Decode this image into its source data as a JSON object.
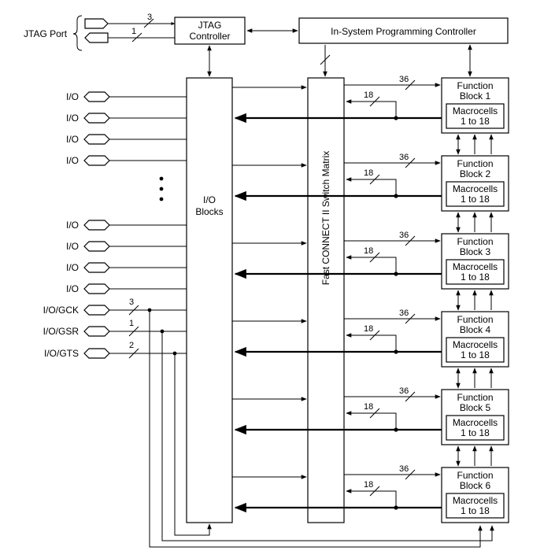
{
  "jtag": {
    "port_label": "JTAG Port",
    "tdi_width": "3",
    "tdo_width": "1",
    "controller_line1": "JTAG",
    "controller_line2": "Controller"
  },
  "isp_controller": "In-System Programming Controller",
  "io_blocks": {
    "line1": "I/O",
    "line2": "Blocks"
  },
  "switch_matrix": "Fast CONNECT II Switch Matrix",
  "io_pins": [
    "I/O",
    "I/O",
    "I/O",
    "I/O",
    "I/O",
    "I/O",
    "I/O",
    "I/O"
  ],
  "global_pins": [
    {
      "label": "I/O/GCK",
      "width": "3"
    },
    {
      "label": "I/O/GSR",
      "width": "1"
    },
    {
      "label": "I/O/GTS",
      "width": "2"
    }
  ],
  "function_blocks": [
    {
      "title": "Function",
      "name": "Block 1",
      "cells": "Macrocells",
      "range": "1 to 18",
      "in_width": "36",
      "fb_width": "18"
    },
    {
      "title": "Function",
      "name": "Block 2",
      "cells": "Macrocells",
      "range": "1 to 18",
      "in_width": "36",
      "fb_width": "18"
    },
    {
      "title": "Function",
      "name": "Block 3",
      "cells": "Macrocells",
      "range": "1 to 18",
      "in_width": "36",
      "fb_width": "18"
    },
    {
      "title": "Function",
      "name": "Block 4",
      "cells": "Macrocells",
      "range": "1 to 18",
      "in_width": "36",
      "fb_width": "18"
    },
    {
      "title": "Function",
      "name": "Block 5",
      "cells": "Macrocells",
      "range": "1 to 18",
      "in_width": "36",
      "fb_width": "18"
    },
    {
      "title": "Function",
      "name": "Block 6",
      "cells": "Macrocells",
      "range": "1 to 18",
      "in_width": "36",
      "fb_width": "18"
    }
  ]
}
